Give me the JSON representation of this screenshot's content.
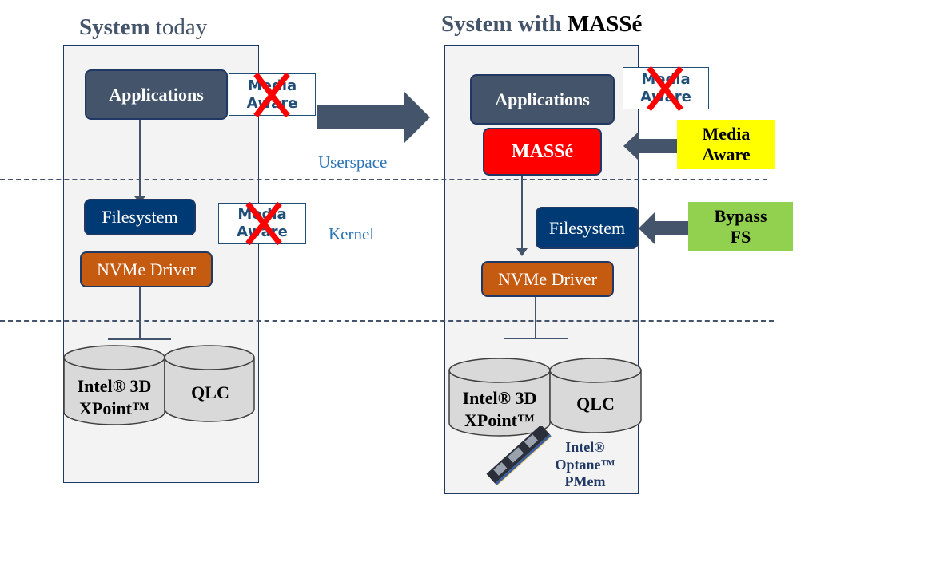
{
  "left": {
    "title_bold": "System",
    "title_rest": " today",
    "applications": "Applications",
    "media_aware_crossed": [
      "Media",
      "Aware"
    ],
    "filesystem": "Filesystem",
    "fs_media_aware_crossed": [
      "Media",
      "Aware"
    ],
    "nvme_driver": "NVMe Driver",
    "storage": [
      {
        "line1": "Intel® 3D",
        "line2": "XPoint™"
      },
      {
        "line1": "QLC",
        "line2": ""
      }
    ]
  },
  "right": {
    "title_prefix": "System with ",
    "title_brand": "MASSé",
    "applications": "Applications",
    "media_aware_crossed": [
      "Media",
      "Aware"
    ],
    "masse": "MASSé",
    "media_aware_tag": [
      "Media",
      "Aware"
    ],
    "filesystem": "Filesystem",
    "bypass_tag": [
      "Bypass",
      "FS"
    ],
    "nvme_driver": "NVMe Driver",
    "storage": [
      {
        "line1": "Intel® 3D",
        "line2": "XPoint™"
      },
      {
        "line1": "QLC",
        "line2": ""
      }
    ],
    "pmem": [
      "Intel®",
      "Optane™",
      "PMem"
    ]
  },
  "layers": {
    "userspace": "Userspace",
    "kernel": "Kernel"
  },
  "colors": {
    "applications": "#44546a",
    "filesystem": "#003a75",
    "nvme": "#c55a11",
    "masse": "#ff0000",
    "media_aware_tag": "#ffff00",
    "bypass_tag": "#92d050",
    "layer_label": "#2e75b6"
  }
}
